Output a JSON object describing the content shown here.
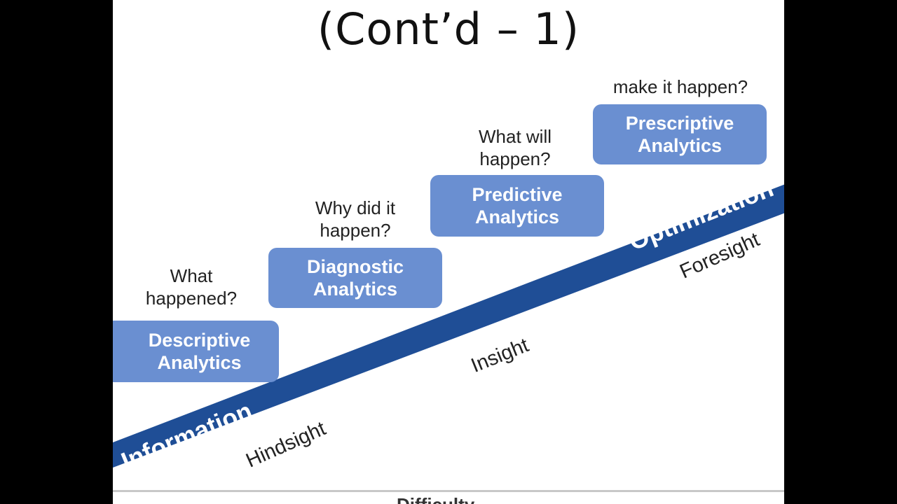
{
  "slide": {
    "title": "(Cont’d – 1)"
  },
  "stages": [
    {
      "question": "What\nhappened?",
      "box": "Descriptive\nAnalytics"
    },
    {
      "question": "Why did it\nhappen?",
      "box": "Diagnostic\nAnalytics"
    },
    {
      "question": "What will\nhappen?",
      "box": "Predictive\nAnalytics"
    },
    {
      "question": "make it happen?",
      "box": "Prescriptive\nAnalytics"
    }
  ],
  "band": {
    "start_label": "Information",
    "end_label": "Optimization",
    "color": "#1f4e96"
  },
  "axis_labels": {
    "hindsight": "Hindsight",
    "insight": "Insight",
    "foresight": "Foresight"
  },
  "bottom_text": "Difficulty",
  "colors": {
    "box": "#6a8fd1",
    "band": "#1f4e96"
  }
}
